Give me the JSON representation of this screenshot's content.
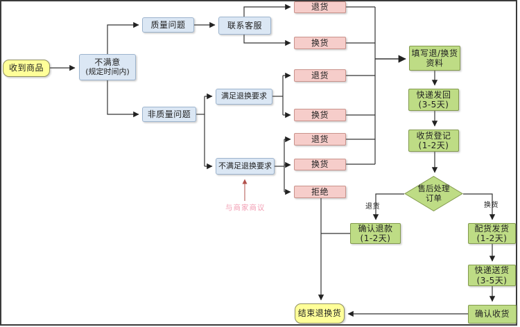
{
  "nodes": {
    "receive": {
      "label": "收到商品"
    },
    "unsatisfied": {
      "line1": "不满意",
      "line2": "(规定时间内)"
    },
    "quality": {
      "label": "质量问题"
    },
    "contact_cs": {
      "label": "联系客服"
    },
    "non_quality": {
      "label": "非质量问题"
    },
    "meet_req": {
      "label": "满足退换要求"
    },
    "not_meet_req": {
      "label": "不满足退换要求"
    },
    "return1": {
      "label": "退货"
    },
    "exchange1": {
      "label": "换货"
    },
    "return2": {
      "label": "退货"
    },
    "exchange2": {
      "label": "换货"
    },
    "return3": {
      "label": "退货"
    },
    "exchange3": {
      "label": "换货"
    },
    "reject": {
      "label": "拒绝"
    },
    "fill_info": {
      "line1": "填写退/换货",
      "line2": "资料"
    },
    "express_back": {
      "line1": "快递发回",
      "line2": "(3-5天)"
    },
    "register": {
      "line1": "收货登记",
      "line2": "(1-2天)"
    },
    "aftersale": {
      "line1": "售后处理",
      "line2": "订单"
    },
    "refund": {
      "line1": "确认退款",
      "line2": "(1-2天)"
    },
    "dispatch": {
      "line1": "配货发货",
      "line2": "(1-2天)"
    },
    "delivery": {
      "line1": "快递送货",
      "line2": "(3-5天)"
    },
    "confirm_receipt": {
      "label": "确认收货"
    },
    "end": {
      "label": "结束退换货"
    }
  },
  "edge_labels": {
    "return_branch": "退货",
    "exchange_branch": "换货"
  },
  "annotation": {
    "text": "与商家商议"
  },
  "colors": {
    "start_end_fill": "#ffff99",
    "process_fill": "#dbe7f4",
    "result_fill": "#f6cdca",
    "aftersale_fill": "#bedc85",
    "connector": "#333333",
    "annotation_text": "#f29eb3",
    "annotation_arrow": "#b2504b"
  }
}
